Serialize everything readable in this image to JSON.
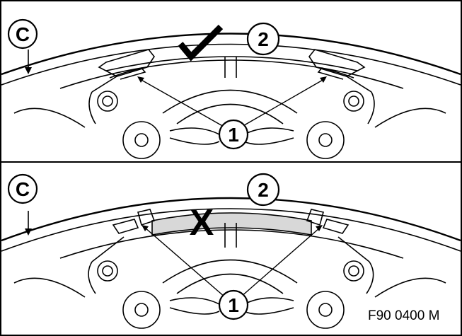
{
  "panels": [
    {
      "id": "top",
      "verdict": "correct",
      "verdict_symbol": "✓",
      "labels": {
        "section": "C",
        "part2": "2",
        "part1": "1"
      }
    },
    {
      "id": "bottom",
      "verdict": "incorrect",
      "verdict_symbol": "X",
      "labels": {
        "section": "C",
        "part2": "2",
        "part1": "1"
      }
    }
  ],
  "figure_code": "F90 0400 M",
  "colors": {
    "line": "#000000",
    "highlight": "#d8d8d8",
    "background": "#ffffff"
  }
}
